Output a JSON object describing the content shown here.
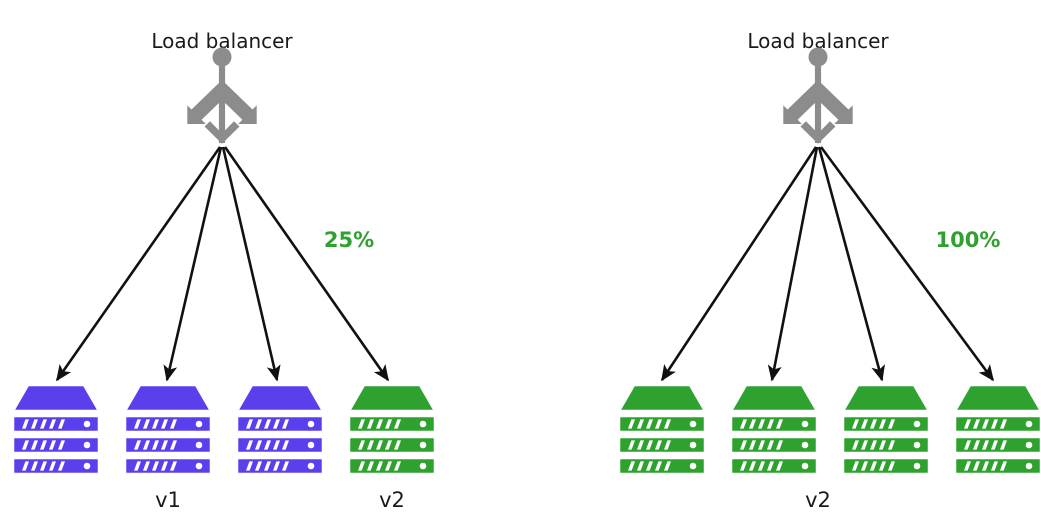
{
  "diagram": {
    "title_text": "Load balancer",
    "type": "blue-green-deployment-traffic-shift",
    "colors": {
      "old_version": "#5a40ed",
      "new_version": "#2fa12f",
      "load_balancer": "#8c8c8c",
      "arrow": "#111111",
      "text": "#1a1a1a",
      "percent_text": "#2fa12f",
      "background": "#ffffff"
    },
    "panels": [
      {
        "id": "before",
        "load_balancer_label": "Load balancer",
        "percent_label": "25%",
        "group_labels": [
          "v1",
          "v2"
        ],
        "servers": [
          {
            "version": "v1",
            "color": "#5a40ed",
            "racks": 3
          },
          {
            "version": "v1",
            "color": "#5a40ed",
            "racks": 3
          },
          {
            "version": "v1",
            "color": "#5a40ed",
            "racks": 3
          },
          {
            "version": "v2",
            "color": "#2fa12f",
            "racks": 3
          }
        ]
      },
      {
        "id": "after",
        "load_balancer_label": "Load balancer",
        "percent_label": "100%",
        "group_labels": [
          "v2"
        ],
        "servers": [
          {
            "version": "v2",
            "color": "#2fa12f",
            "racks": 3
          },
          {
            "version": "v2",
            "color": "#2fa12f",
            "racks": 3
          },
          {
            "version": "v2",
            "color": "#2fa12f",
            "racks": 3
          },
          {
            "version": "v2",
            "color": "#2fa12f",
            "racks": 3
          }
        ]
      }
    ]
  }
}
